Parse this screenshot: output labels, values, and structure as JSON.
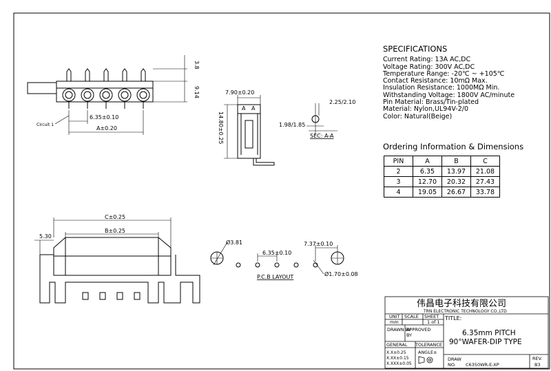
{
  "specifications": {
    "heading": "SPECIFICATIONS",
    "lines": [
      "Current Rating: 13A AC,DC",
      "Voltage Rating: 300V AC,DC",
      "Temperature Range: -20℃ ~ +105℃",
      "Contact Resistance: 10mΩ Max.",
      "Insulation Resistance: 1000MΩ Min.",
      "Withstanding Voltage: 1800V AC/minute",
      "Pin Material: Brass/Tin-plated",
      "Material: Nylon,UL94V-2/0",
      "Color: Natural(Beige)"
    ]
  },
  "ordering": {
    "heading": "Ordering Information & Dimensions",
    "columns": [
      "PIN",
      "A",
      "B",
      "C"
    ],
    "rows": [
      [
        "2",
        "6.35",
        "13.97",
        "21.08"
      ],
      [
        "3",
        "12.70",
        "20.32",
        "27.43"
      ],
      [
        "4",
        "19.05",
        "26.67",
        "33.78"
      ]
    ]
  },
  "dimensions": {
    "pin_height": "3.8",
    "body_height": "9.14",
    "circuit_1": "Circuit 1",
    "pitch_top": "6.35±0.10",
    "a_dim": "A±0.20",
    "side_width": "7.90±0.20",
    "section_marks": [
      "A",
      "A"
    ],
    "side_height": "14.80±0.25",
    "sec_top": "2.25/2.10",
    "sec_left": "1.98/1.85",
    "sec_label": "SEC: A-A",
    "c_dim": "C±0.25",
    "b_dim": "B±0.25",
    "left_dim": "5.30",
    "hole_big": "Ø3.81",
    "pitch_pcb": "6.35±0.10",
    "edge_pcb": "7.37±0.10",
    "hole_small": "Ø1.70±0.08",
    "pcb_layout": "P.C.B LAYOUT"
  },
  "title_block": {
    "company_cn": "伟昌电子科技有限公司",
    "company_en": "TRN ELECTRONIC TECHNOLOGY CO.,LTD",
    "unit_label": "UNIT",
    "unit_value": "mm",
    "scale_label": "SCALE",
    "sheet_label": "SHEET",
    "sheet_value": "1 of 1",
    "title_label": "TITLE:",
    "drawn_by": "DRAWN BY",
    "approved_by_1": "APPROVED",
    "approved_by_2": "BY",
    "title_line1": "6.35mm PITCH",
    "title_line2": "90°WAFER-DIP TYPE",
    "general": "GENERAL",
    "tolerance": "TOLERANCE",
    "tol_1": "X.X±0.25",
    "tol_2": "X.XX±0.15",
    "tol_3": "X.XXX±0.05",
    "angle": "ANGLE±",
    "draw_label": "DRAW",
    "no_label": "NO.",
    "draw_no": "C6350WR-E-XP",
    "rev_label": "REV.",
    "rev_value": "B3"
  }
}
